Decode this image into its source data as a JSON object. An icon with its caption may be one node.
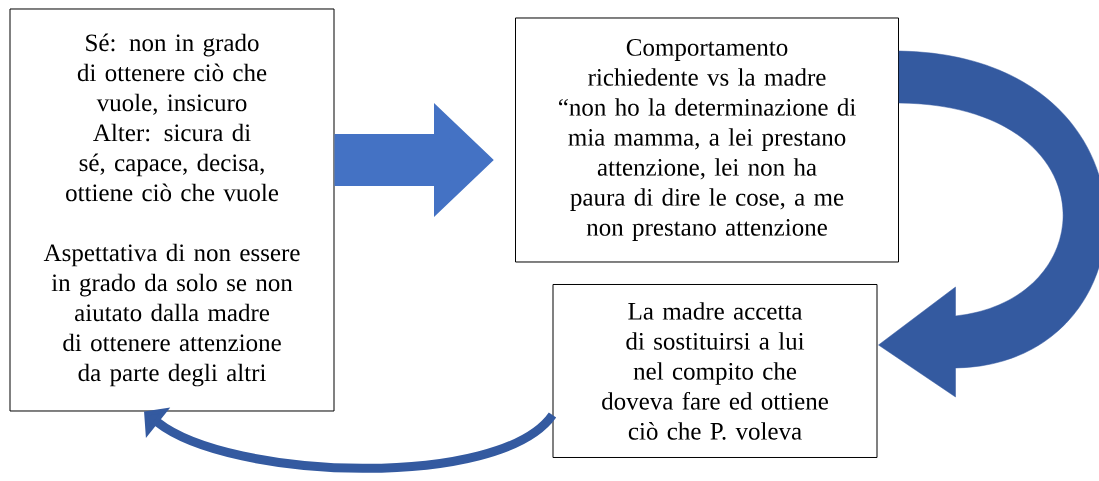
{
  "diagram": {
    "nodes": [
      {
        "text": [
          "Sé: non in grado di ottenere ciò che vuole, insicuro",
          "Alter: sicura di sé, capace, decisa, ottiene ciò che vuole",
          "Aspettativa di non essere in grado da solo se non aiutato dalla madre di ottenere attenzione da parte degli altri"
        ]
      },
      {
        "text": [
          "Comportamento richiedente vs la madre",
          "“non ho la determinazione di mia mamma, a lei prestano attenzione, lei non ha paura di dire le cose, a me non prestano attenzione"
        ]
      },
      {
        "text": [
          "La madre accetta di sostituirsi a lui nel compito che doveva fare ed ottiene ciò che P. voleva"
        ]
      }
    ],
    "edges": [
      {
        "from": 0,
        "to": 1,
        "arrow": "to",
        "style": "thick"
      },
      {
        "from": 1,
        "to": 2,
        "arrow": "to",
        "style": "thick"
      },
      {
        "from": 2,
        "to": 0,
        "arrow": "to"
      }
    ]
  }
}
